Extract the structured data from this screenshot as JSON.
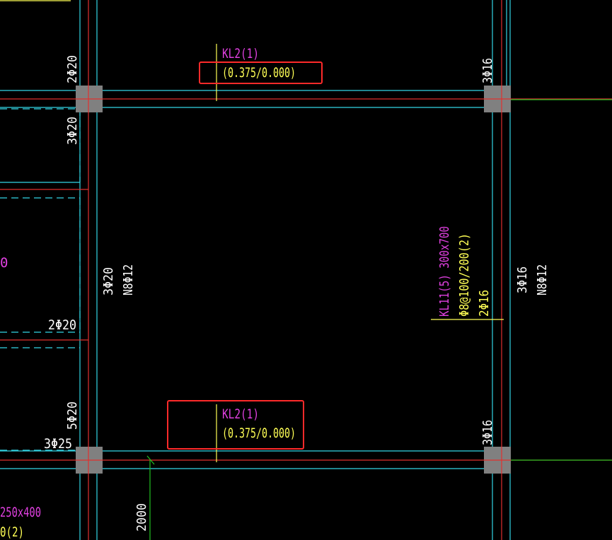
{
  "colors": {
    "background": "#000000",
    "cyan": "#33d6e6",
    "red": "#e0302e",
    "yellow": "#ffff55",
    "magenta": "#e040e0",
    "white": "#ffffff",
    "green": "#22c022",
    "column": "#808080",
    "highlight": "#ff2a2a"
  },
  "labels": {
    "top_beam_name": "KL2(1)",
    "top_beam_elev": "(0.375/0.000)",
    "bottom_beam_name": "KL2(1)",
    "bottom_beam_elev": "(0.375/0.000)",
    "left_top_rebar_a": "2Φ20",
    "left_top_rebar_b": "3Φ20",
    "left_mid_rebar_a": "3Φ20",
    "left_mid_rebar_b": "N8Φ12",
    "left_mid_rebar_c": "2Φ20",
    "left_bottom_rebar_a": "5Φ20",
    "left_bottom_rebar_b": "3Φ25",
    "right_top_rebar": "3Φ16",
    "right_bottom_rebar": "3Φ16",
    "right_mid_rebar_a": "3Φ16",
    "right_mid_rebar_b": "N8Φ12",
    "kl11_name": "KL11(5) 300x700",
    "kl11_stirrup": "Φ8@100/200(2)",
    "kl11_top": "2Φ16",
    "left_edge_partial": "0",
    "bottom_left_partial_a": "250x400",
    "bottom_left_partial_b": "0(2)",
    "dimension": "2000"
  }
}
